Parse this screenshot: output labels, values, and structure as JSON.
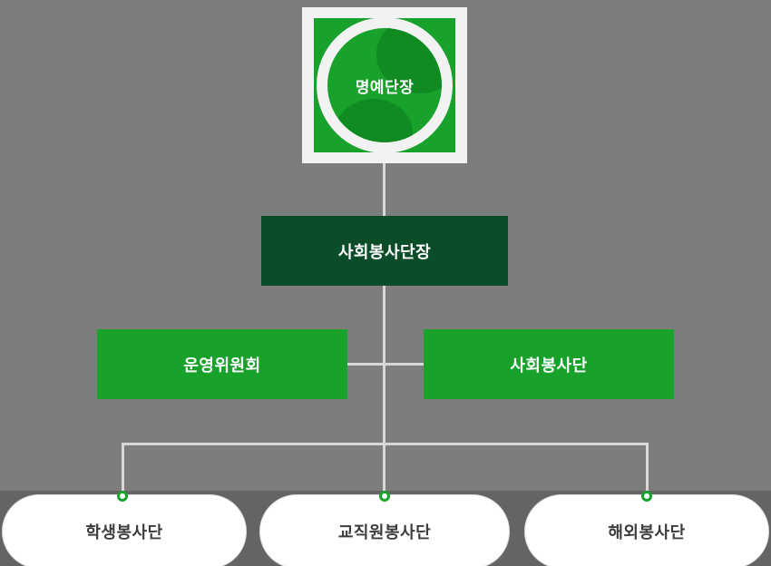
{
  "diagram": {
    "title": "organization-chart",
    "root": {
      "label": "명예단장"
    },
    "director": {
      "label": "사회봉사단장"
    },
    "committees": [
      {
        "label": "운영위원회"
      },
      {
        "label": "사회봉사단"
      }
    ],
    "teams": [
      {
        "label": "학생봉사단"
      },
      {
        "label": "교직원봉사단"
      },
      {
        "label": "해외봉사단"
      }
    ]
  },
  "colors": {
    "background": "#7d7d7d",
    "green": "#18a22c",
    "green_dark_blob": "#108b21",
    "dark_green": "#0c4d29",
    "connector_line": "#d8d8d8",
    "pill_background": "#ffffff",
    "pill_text": "#3d3d3d",
    "bottom_band": "#646464",
    "emblem_background": "#f2f2f2"
  }
}
